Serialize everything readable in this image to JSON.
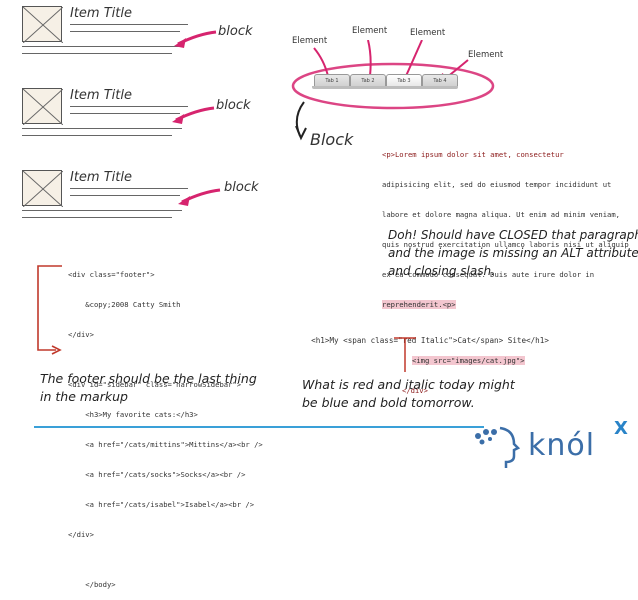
{
  "items": [
    {
      "title": "Item Title",
      "label": "block"
    },
    {
      "title": "Item Title",
      "label": "block"
    },
    {
      "title": "Item Title",
      "label": "block"
    }
  ],
  "tabs_diagram": {
    "element_labels": [
      "Element",
      "Element",
      "Element",
      "Element"
    ],
    "tabs": [
      "Tab 1",
      "Tab 2",
      "Tab 3",
      "Tab 4"
    ],
    "block_label": "Block"
  },
  "p_code": {
    "lines": [
      "<p>Lorem ipsum dolor sit amet, consectetur",
      "adipisicing elit, sed do eiusmod tempor incididunt ut",
      "labore et dolore magna aliqua. Ut enim ad minim veniam,",
      "quis nostrud exercitation ullamco laboris nisi ut aliquip",
      "ex ea commodo consequat. Duis aute irure dolor in",
      "reprehenderit.<p>"
    ],
    "img_line": "<img src=\"images/cat.jpg\">",
    "div_close": "</div>"
  },
  "doh_note": {
    "lines": [
      "Doh! Should have CLOSED that paragraph",
      "and the image is missing an ALT attribute",
      "and closing slash."
    ]
  },
  "footer_code": {
    "lines": [
      "<div class=\"footer\">",
      "    &copy;2008 Catty Smith",
      "</div>",
      "",
      "<div id=\"sidebar\" class=\"narrowSidebar\">",
      "    <h3>My favorite cats:</h3>",
      "    <a href=\"/cats/mittins\">Mittins</a><br />",
      "    <a href=\"/cats/socks\">Socks</a><br />",
      "    <a href=\"/cats/isabel\">Isabel</a><br />",
      "</div>",
      "",
      "    </body>"
    ]
  },
  "footer_note": {
    "lines": [
      "The footer should be the last thing",
      "in the markup"
    ]
  },
  "h1_code": "<h1>My <span class=\"red Italic\">Cat</span> Site</h1>",
  "h1_note": {
    "lines": [
      "What is red and italic today might",
      "be blue and bold tomorrow."
    ]
  },
  "logo": {
    "text": "knól",
    "superscript": "X"
  },
  "colors": {
    "arrow": "#d6246e",
    "rule": "#3aa0d8",
    "highlight": "#f3c6cf",
    "bracket": "#c0392b"
  }
}
